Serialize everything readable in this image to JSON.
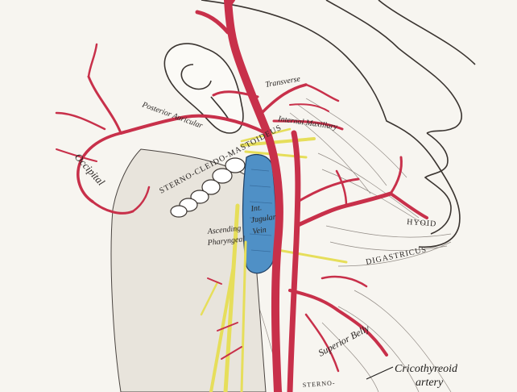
{
  "figure": {
    "labels": {
      "occipital": "Occipital",
      "posterior_auricular": "Posterior Auricular",
      "transverse": "Transverse",
      "internal_maxillary": "Internal Maxillary",
      "sterno_cleido_mastoideus": "STERNO-CLEIDO-MASTOIDEUS",
      "int_jugular_vein": [
        "Int.",
        "Jugular",
        "Vein"
      ],
      "ascending_pharyngeal": [
        "Ascending",
        "Pharyngeal"
      ],
      "hyoid": "HYOID",
      "digastricus": "DIGASTRICUS",
      "superior_belly": "Superior Belly",
      "sterno": "STERNO-"
    },
    "annotation": {
      "line1": "Cricothyreoid",
      "line2": "artery"
    },
    "colors": {
      "artery": "#c8304a",
      "vein": "#4f90c6",
      "nerve": "#e6de5a",
      "ink": "#2a2624",
      "paper": "#f7f5f0"
    }
  }
}
